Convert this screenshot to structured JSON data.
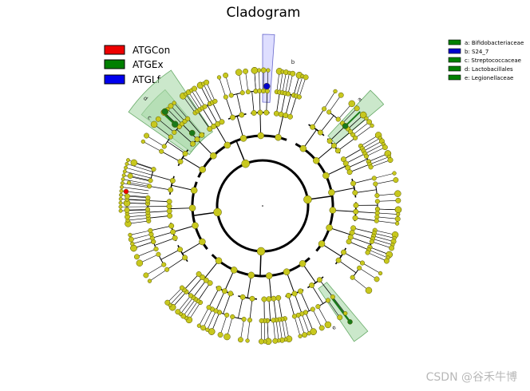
{
  "title": "Cladogram",
  "class_legend": [
    {
      "label": "ATGCon",
      "color": "#ee0000"
    },
    {
      "label": "ATGEx",
      "color": "#008000"
    },
    {
      "label": "ATGLf",
      "color": "#0000ee"
    }
  ],
  "taxa_legend": [
    {
      "text": "a: Bifidobacteriaceae",
      "color": "#008000"
    },
    {
      "text": "b: S24_7",
      "color": "#0000cc"
    },
    {
      "text": "c: Streptococcaceae",
      "color": "#008000"
    },
    {
      "text": "d: Lactobacillales",
      "color": "#008000"
    },
    {
      "text": "e: Legionellaceae",
      "color": "#008000"
    }
  ],
  "clade_letters": {
    "a": "a",
    "b": "b",
    "c": "c",
    "d": "d",
    "e": "e"
  },
  "colors": {
    "node": "#c8c81e",
    "node_stroke": "#555500",
    "highlight_green": "#1a7a1a",
    "highlight_red": "#ee0000",
    "highlight_blue": "#0000cc",
    "green_shade": "#a8d8a8",
    "blue_shade": "#c8c8ff"
  },
  "watermark": "CSDN @谷禾牛博"
}
